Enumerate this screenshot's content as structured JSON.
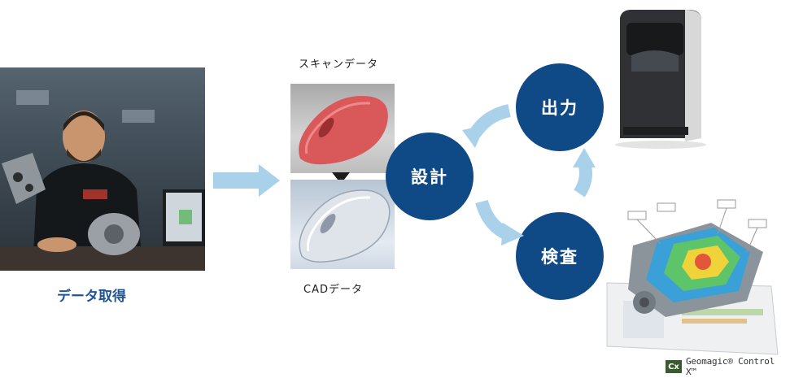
{
  "stages": {
    "acquire": "データ取得",
    "design": "設計",
    "output": "出力",
    "inspect": "検査"
  },
  "labels": {
    "scan": "スキャンデータ",
    "cad": "CADデータ"
  },
  "logo": {
    "badge": "Cx",
    "text": "Geomagic® Control X™"
  },
  "colors": {
    "circle": "#0f4a87",
    "arrow": "#a9d1ea",
    "stage_text": "#1f5596"
  }
}
